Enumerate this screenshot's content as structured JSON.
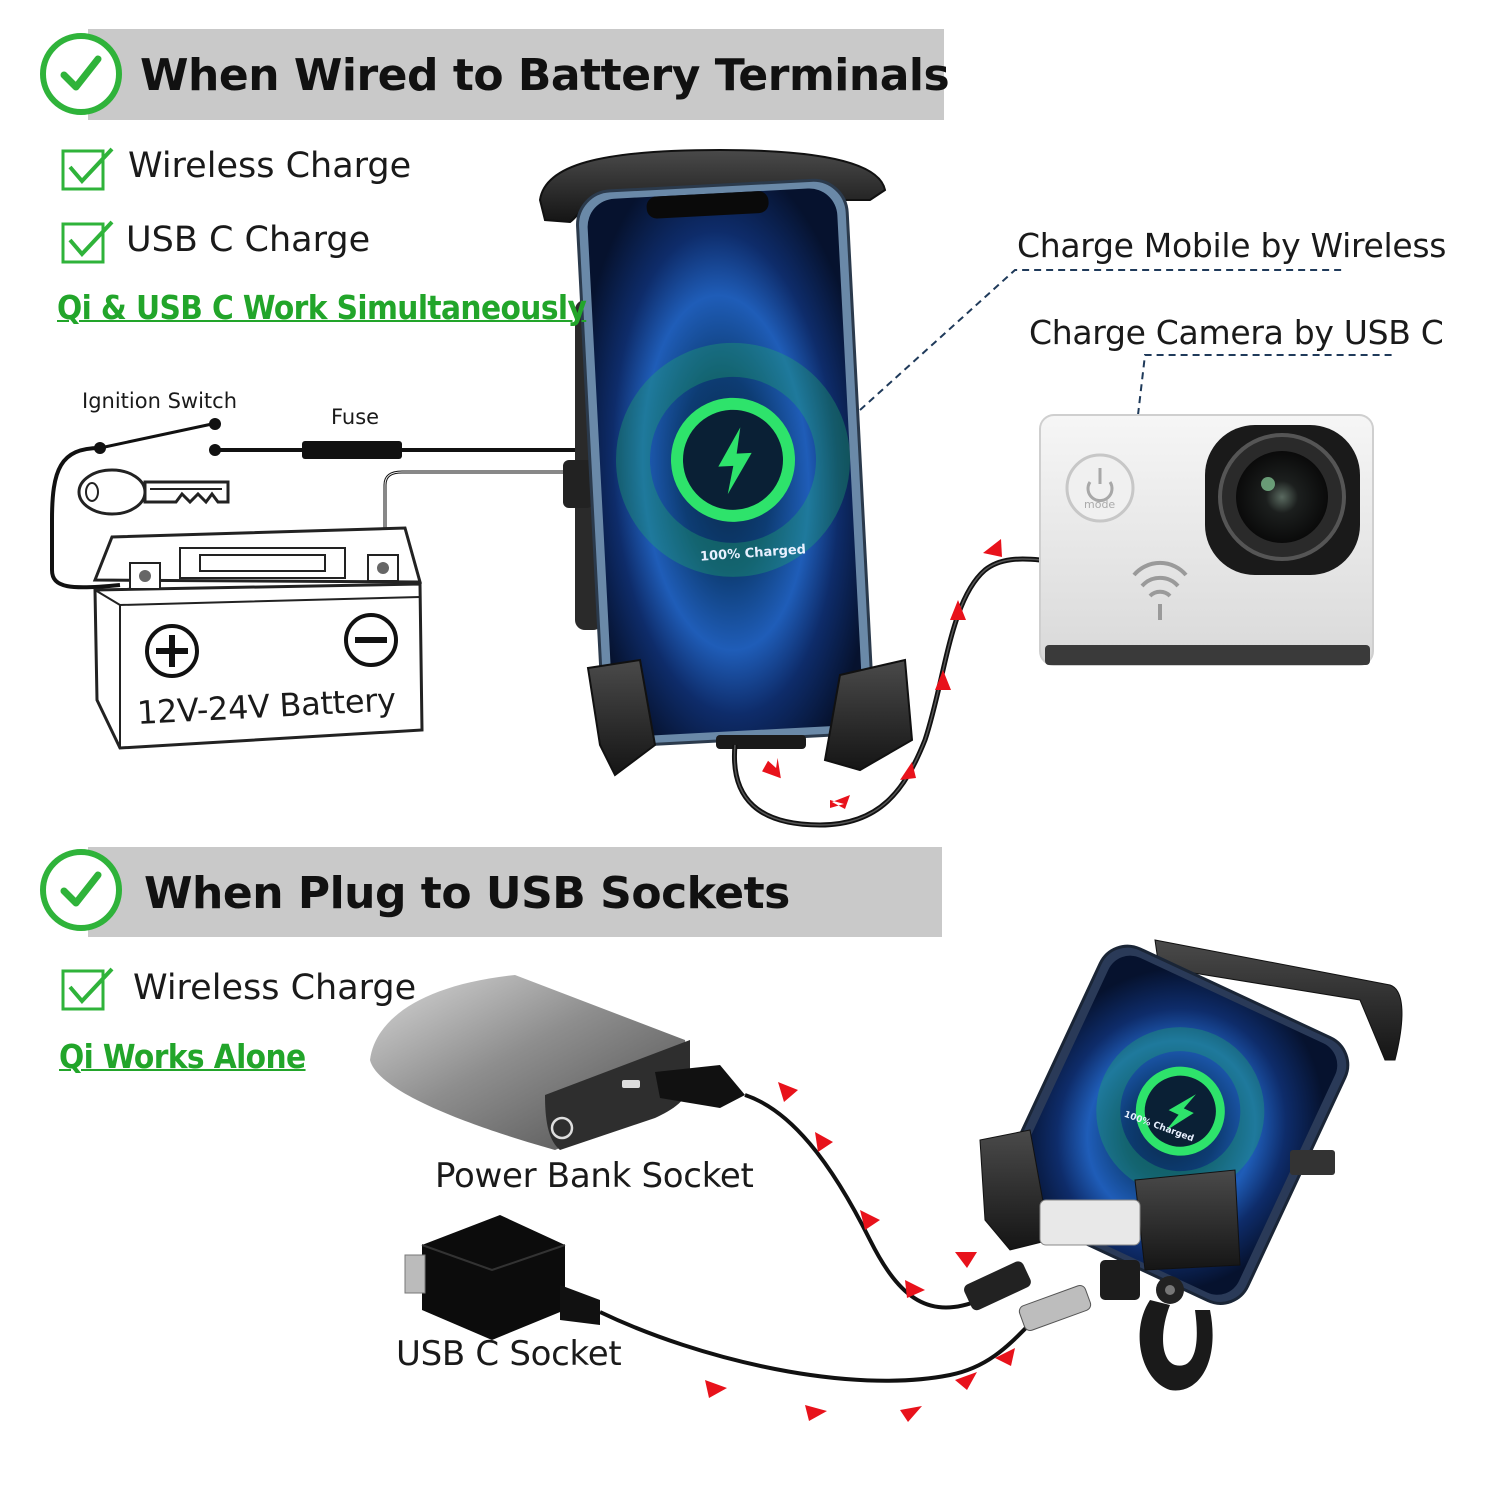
{
  "section_wired": {
    "title": "When Wired to Battery Terminals",
    "features": [
      "Wireless Charge",
      "USB C Charge"
    ],
    "note": "Qi & USB C Work Simultaneously"
  },
  "wiring": {
    "ignition_label": "Ignition Switch",
    "fuse_label": "Fuse",
    "battery_label": "12V-24V Battery"
  },
  "callouts": {
    "wireless": "Charge Mobile by Wireless",
    "usb_c": "Charge Camera by USB C"
  },
  "phone_screen": {
    "status": "100% Charged"
  },
  "camera": {
    "mode_label": "mode"
  },
  "section_usb": {
    "title": "When Plug to USB Sockets",
    "features": [
      "Wireless Charge"
    ],
    "note": "Qi Works Alone"
  },
  "sockets": {
    "power_bank": "Power Bank Socket",
    "usb_c": "USB C Socket"
  },
  "colors": {
    "accent_green": "#22a52a",
    "check_green": "#2fb33a",
    "banner_gray": "#c9c9c9",
    "arrow_red": "#e8121b",
    "charge_ring": "#2ee36b"
  },
  "icons": [
    "check-circle-icon",
    "checkbox-check-icon",
    "lightning-bolt-icon",
    "wifi-icon",
    "power-icon",
    "key-icon",
    "plus-icon",
    "minus-icon"
  ]
}
